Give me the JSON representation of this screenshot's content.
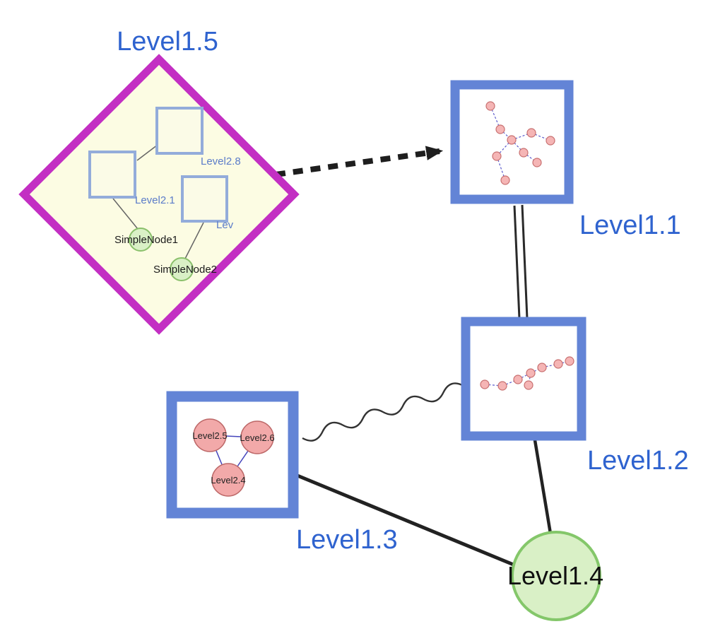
{
  "nodes": {
    "level1_5": {
      "label": "Level1.5",
      "shape": "diamond",
      "border_color": "#c32fc3",
      "fill": "#fcfce3"
    },
    "level1_1": {
      "label": "Level1.1",
      "shape": "group-square",
      "border_color": "#6384d6",
      "fill": "#ffffff"
    },
    "level1_2": {
      "label": "Level1.2",
      "shape": "group-square",
      "border_color": "#6384d6",
      "fill": "#ffffff"
    },
    "level1_3": {
      "label": "Level1.3",
      "shape": "group-square",
      "border_color": "#6384d6",
      "fill": "#ffffff"
    },
    "level1_4": {
      "label": "Level1.4",
      "shape": "circle",
      "border_color": "#82c168",
      "fill": "#d9f0c6"
    }
  },
  "level1_5_children": {
    "square_top": {
      "label": "Level2.8",
      "shape": "square"
    },
    "square_left": {
      "label": "Level2.1",
      "shape": "square"
    },
    "square_right": {
      "label": "Lev",
      "shape": "square"
    },
    "node_1": {
      "label": "SimpleNode1",
      "shape": "green-circle"
    },
    "node_2": {
      "label": "SimpleNode2",
      "shape": "green-circle"
    }
  },
  "level1_3_children": {
    "node_a": {
      "label": "Level2.5",
      "shape": "pink-circle"
    },
    "node_b": {
      "label": "Level2.6",
      "shape": "pink-circle"
    },
    "node_c": {
      "label": "Level2.4",
      "shape": "pink-circle"
    }
  },
  "edges": [
    {
      "from": "Level1.5",
      "to": "Level1.1",
      "style": "thick-dashed-arrow"
    },
    {
      "from": "Level1.1",
      "to": "Level1.2",
      "style": "double-parallel-line"
    },
    {
      "from": "Level1.3",
      "to": "Level1.2",
      "style": "wavy-line"
    },
    {
      "from": "Level1.3",
      "to": "Level1.4",
      "style": "solid-line"
    },
    {
      "from": "Level1.2",
      "to": "Level1.4",
      "style": "solid-line"
    },
    {
      "from": "Level2.1-square",
      "to": "Level2.8-square",
      "style": "thin-line"
    },
    {
      "from": "Level2.1-square",
      "to": "SimpleNode1",
      "style": "thin-line"
    },
    {
      "from": "Lev-square",
      "to": "SimpleNode2",
      "style": "thin-line"
    },
    {
      "from": "Level2.5",
      "to": "Level2.6",
      "style": "thin-blue-line"
    },
    {
      "from": "Level2.5",
      "to": "Level2.4",
      "style": "thin-blue-line"
    },
    {
      "from": "Level2.6",
      "to": "Level2.4",
      "style": "thin-blue-line"
    }
  ],
  "colors": {
    "label_blue": "#2f63cf",
    "label_black": "#101010",
    "diamond_border": "#c32fc3",
    "diamond_fill": "#fcfce3",
    "group_square_border": "#6384d6",
    "group_square_fill": "#ffffff",
    "inner_square_border": "#93acda",
    "inner_square_fill": "#fbfbe7",
    "green_node_fill": "#d9f0c6",
    "green_node_border": "#82c168",
    "pink_small_fill": "#f5b5b5",
    "pink_small_border": "#c87070",
    "pink_big_fill": "#f2a9a9",
    "pink_big_border": "#bd6868",
    "edge_black": "#262626",
    "mini_edge_blue": "#5b5bcc"
  }
}
